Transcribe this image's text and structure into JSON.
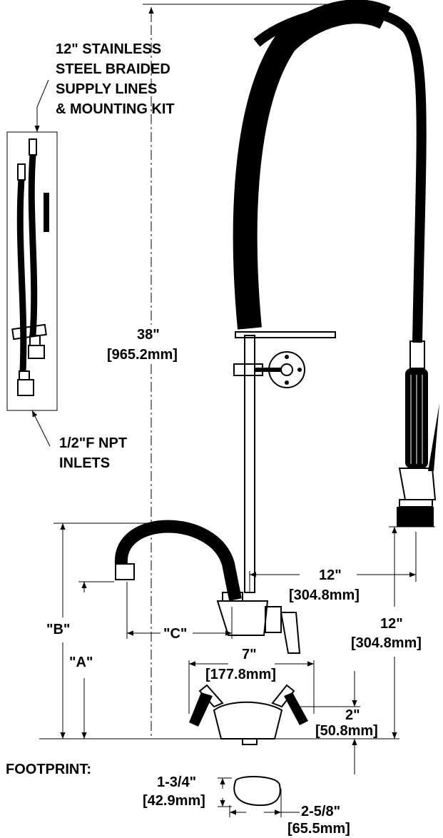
{
  "labels": {
    "kit_line1": "12\" STAINLESS",
    "kit_line2": "STEEL BRAIDED",
    "kit_line3": "SUPPLY LINES",
    "kit_line4": "& MOUNTING KIT",
    "inlet_line1": "1/2\"F NPT",
    "inlet_line2": "INLETS",
    "height_in": "38\"",
    "height_mm": "[965.2mm]",
    "reach_in": "12\"",
    "reach_mm": "[304.8mm]",
    "spray_height_in": "12\"",
    "spray_height_mm": "[304.8mm]",
    "dim_b": "\"B\"",
    "dim_a": "\"A\"",
    "dim_c": "\"C\"",
    "centers_in": "7\"",
    "centers_mm": "[177.8mm]",
    "deck_in": "2\"",
    "deck_mm": "[50.8mm]",
    "footprint": "FOOTPRINT:",
    "foot_w_in": "1-3/4\"",
    "foot_w_mm": "[42.9mm]",
    "foot_l_in": "2-5/8\"",
    "foot_l_mm": "[65.5mm]"
  }
}
